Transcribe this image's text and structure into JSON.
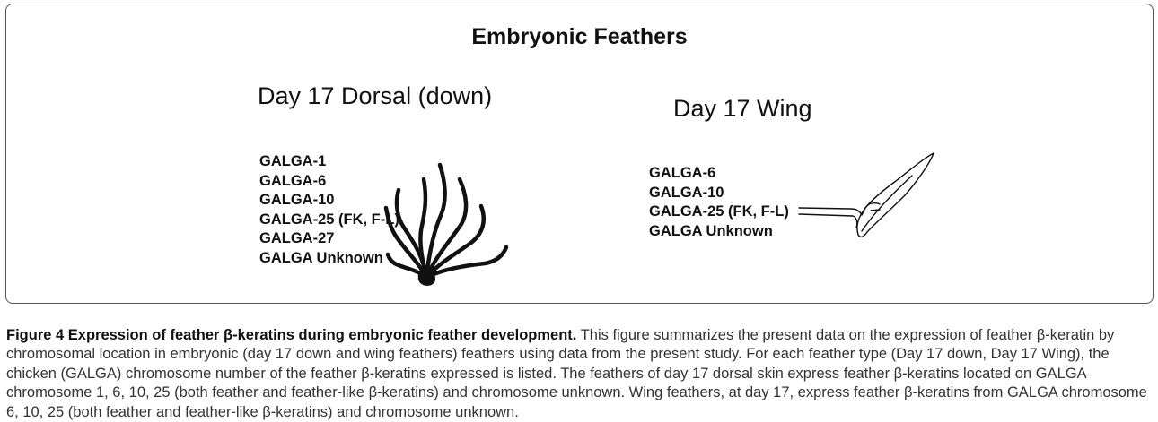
{
  "figure": {
    "title": "Embryonic Feathers",
    "panels": [
      {
        "title": "Day 17 Dorsal (down)",
        "genes": [
          "GALGA-1",
          "GALGA-6",
          "GALGA-10",
          "GALGA-25 (FK, F-L)",
          "GALGA-27",
          "GALGA Unknown"
        ],
        "sketch_icon": "down-feather-icon"
      },
      {
        "title": "Day 17 Wing",
        "genes": [
          "GALGA-6",
          "GALGA-10",
          "GALGA-25 (FK, F-L)",
          "GALGA Unknown"
        ],
        "sketch_icon": "wing-feather-icon"
      }
    ]
  },
  "caption": {
    "title": "Figure 4 Expression of feather β-keratins during embryonic feather development.",
    "body": "This figure summarizes the present data on the expression of feather β-keratin by chromosomal location in embryonic (day 17 down and wing feathers) feathers using data from the present study. For each feather type (Day 17 down, Day 17 Wing), the chicken (GALGA) chromosome number of the feather β-keratins expressed is listed. The feathers of day 17 dorsal skin express feather β-keratins located on GALGA chromosome 1, 6, 10, 25 (both feather and feather-like β-keratins) and chromosome unknown. Wing feathers, at day 17, express feather β-keratins from GALGA chromosome 6, 10, 25 (both feather and feather-like β-keratins) and chromosome unknown."
  },
  "colors": {
    "ink": "#111111",
    "border": "#555555",
    "caption_text": "#333333"
  }
}
